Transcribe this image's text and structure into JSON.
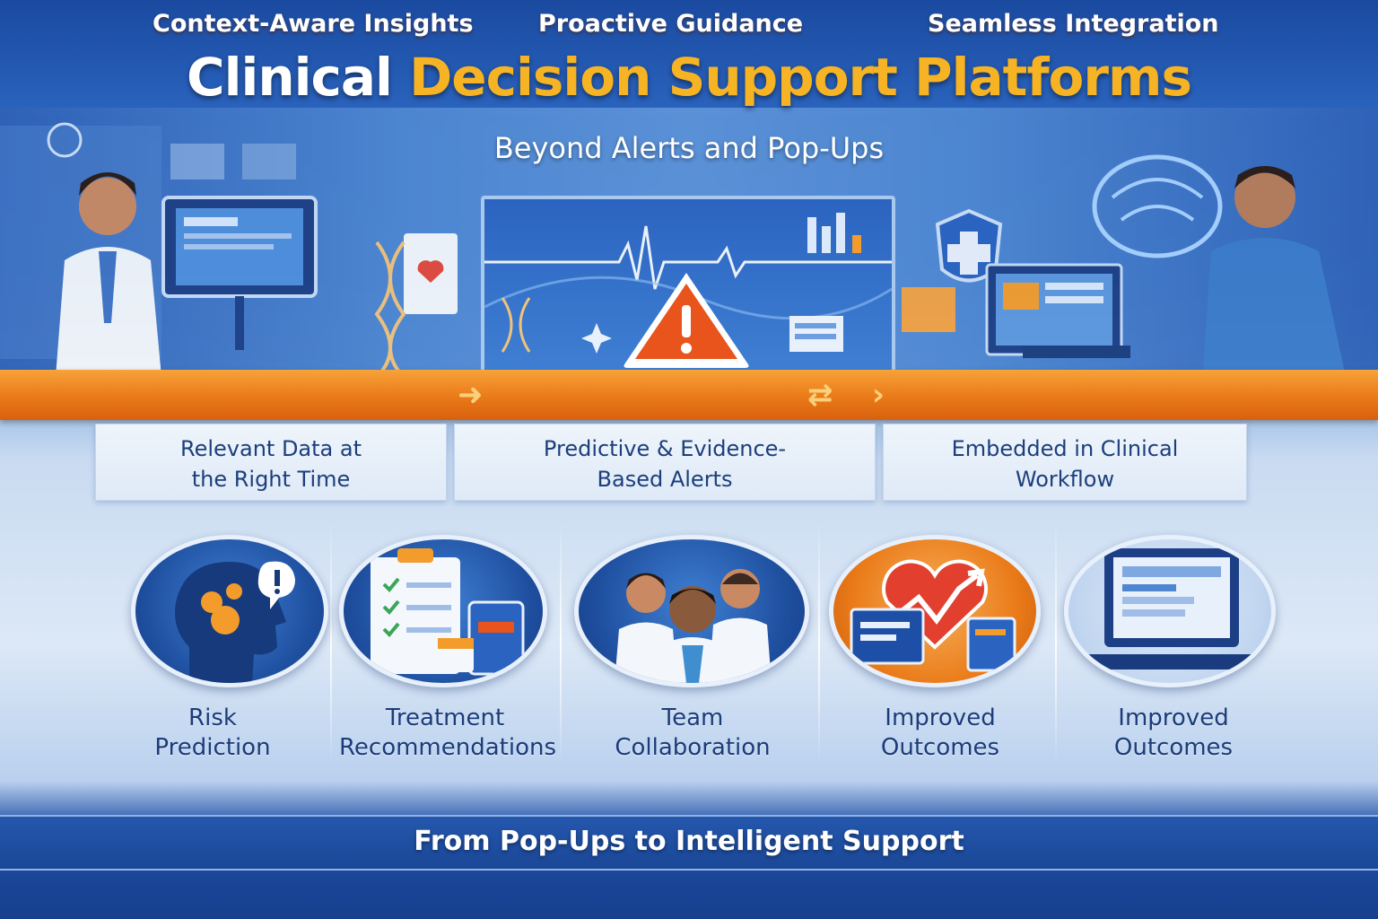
{
  "header": {
    "title_part1": "Clinical",
    "title_part2": "Decision Support Platforms",
    "subtitle": "Beyond Alerts and Pop-Ups"
  },
  "banner": {
    "items": [
      {
        "label": "Context-Aware Insights"
      },
      {
        "label": "Proactive Guidance"
      },
      {
        "label": "Seamless Integration"
      }
    ]
  },
  "descriptions": [
    {
      "line1": "Relevant Data at",
      "line2": "the Right Time"
    },
    {
      "line1": "Predictive & Evidence-",
      "line2": "Based Alerts"
    },
    {
      "line1": "Embedded in Clinical",
      "line2": "Workflow"
    }
  ],
  "features": [
    {
      "line1": "Risk",
      "line2": "Prediction",
      "icon": "head-risk-icon"
    },
    {
      "line1": "Treatment",
      "line2": "Recommendations",
      "icon": "clipboard-checklist-icon"
    },
    {
      "line1": "Team",
      "line2": "Collaboration",
      "icon": "clinician-team-icon"
    },
    {
      "line1": "Improved",
      "line2": "Outcomes",
      "icon": "heart-trend-icon"
    },
    {
      "line1": "Improved",
      "line2": "Outcomes",
      "icon": "laptop-icon"
    }
  ],
  "footer": {
    "tagline": "From Pop-Ups to Intelligent Support"
  },
  "colors": {
    "primary_blue": "#1d4fa6",
    "accent_orange": "#ea7a18",
    "title_gold": "#f6b324",
    "text_navy": "#1b3c7a"
  }
}
